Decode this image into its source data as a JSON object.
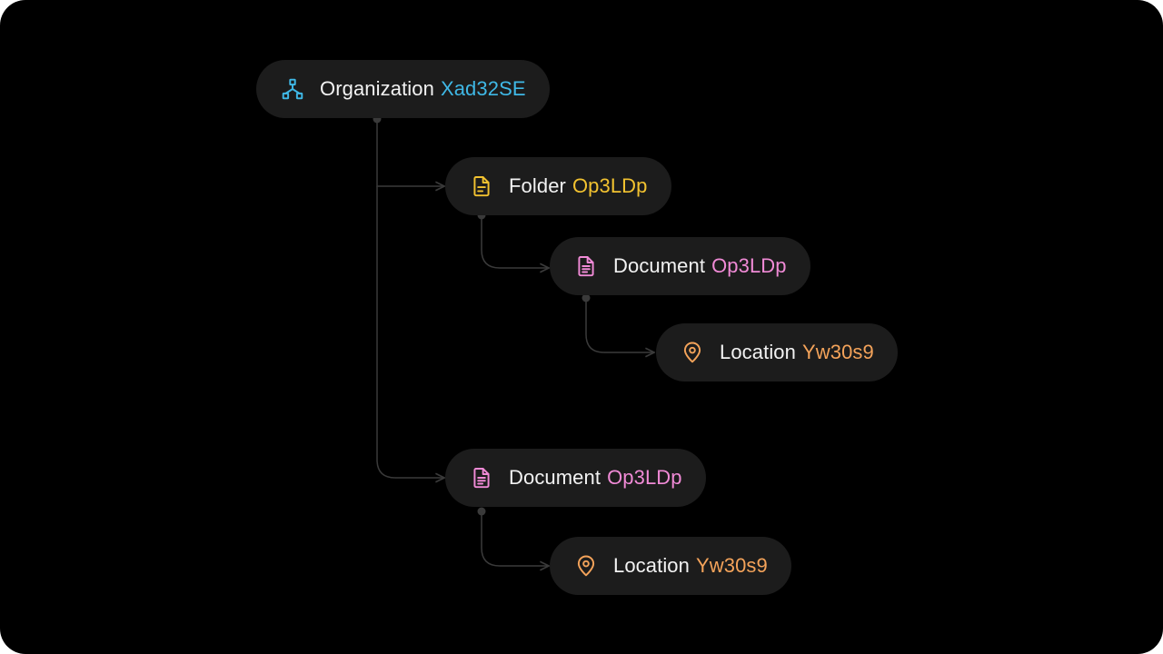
{
  "tree": {
    "nodes": [
      {
        "type_label": "Organization",
        "id": "Xad32SE",
        "icon": "hierarchy-icon",
        "accent": "#3fb8e6"
      },
      {
        "type_label": "Folder",
        "id": "Op3LDp",
        "icon": "file-icon",
        "accent": "#f2c230"
      },
      {
        "type_label": "Document",
        "id": "Op3LDp",
        "icon": "document-icon",
        "accent": "#f08ad6"
      },
      {
        "type_label": "Location",
        "id": "Yw30s9",
        "icon": "location-pin-icon",
        "accent": "#f4a35a"
      },
      {
        "type_label": "Document",
        "id": "Op3LDp",
        "icon": "document-icon",
        "accent": "#f08ad6"
      },
      {
        "type_label": "Location",
        "id": "Yw30s9",
        "icon": "location-pin-icon",
        "accent": "#f4a35a"
      }
    ],
    "edges": [
      {
        "from": 0,
        "to": 1
      },
      {
        "from": 1,
        "to": 2
      },
      {
        "from": 2,
        "to": 3
      },
      {
        "from": 0,
        "to": 4
      },
      {
        "from": 4,
        "to": 5
      }
    ],
    "colors": {
      "background": "#000000",
      "node_fill": "#1c1c1c",
      "connector": "#3a3a3a",
      "label": "#f2f2f2"
    }
  }
}
